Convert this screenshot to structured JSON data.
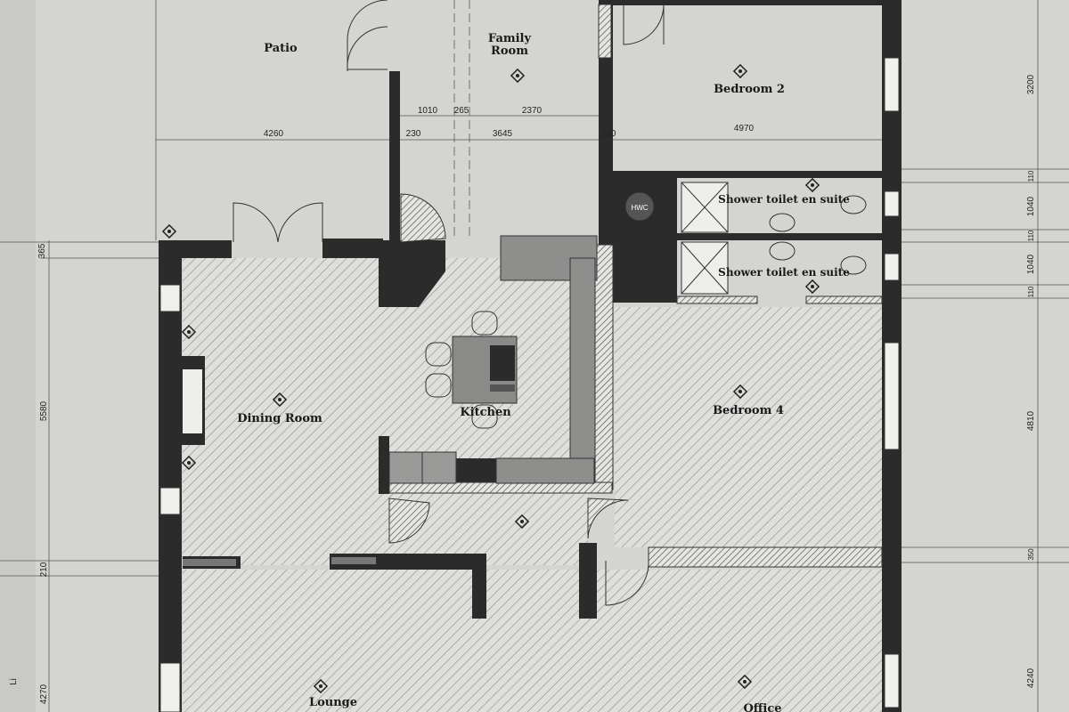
{
  "rooms": {
    "patio": "Patio",
    "family_room_1": "Family",
    "family_room_2": "Room",
    "bedroom_2": "Bedroom 2",
    "hwc": "HWC",
    "shower_1": "Shower toilet en suite",
    "shower_2": "Shower toilet en suite",
    "dining_room": "Dining Room",
    "kitchen": "Kitchen",
    "bedroom_4": "Bedroom 4",
    "lounge": "Lounge",
    "office": "Office"
  },
  "dimensions": {
    "d1010": "1010",
    "d265": "265",
    "d2370": "2370",
    "d4260": "4260",
    "d230": "230",
    "d3645": "3645",
    "d230b": "230",
    "d4970": "4970",
    "d365": "365",
    "d5580": "5580",
    "d210": "210",
    "d4270": "4270",
    "d3200": "3200",
    "d110a": "110",
    "d1040": "1040",
    "d110b": "110",
    "d1040b": "1040",
    "d110c": "110",
    "d4810": "4810",
    "d350": "350",
    "d4240": "4240",
    "dLi": "Li"
  }
}
